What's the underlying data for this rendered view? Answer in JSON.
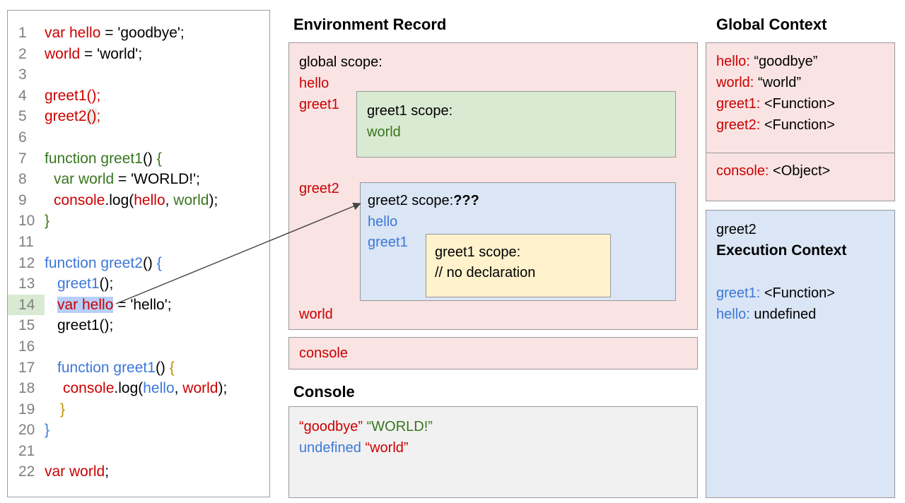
{
  "colors": {
    "red": "#cc0000",
    "green": "#38761d",
    "blue": "#3c78d8",
    "yellow": "#bf9000",
    "black": "#000000",
    "gray": "#808080",
    "pink_fill": "#f9e3e3",
    "green_fill": "#d9ead3",
    "blue_fill": "#dae5f5",
    "yellow_fill": "#fff2cc",
    "gray_fill": "#f1f1f1",
    "border": "#999999",
    "selection_blue": "#b7cff9",
    "line_number_highlight": "#d9ead3"
  },
  "code": {
    "lines": [
      {
        "num": "1",
        "indent": 0,
        "segments": [
          {
            "t": "var hello",
            "c": "red"
          },
          {
            "t": " = 'goodbye';",
            "c": "black"
          }
        ]
      },
      {
        "num": "2",
        "indent": 0,
        "segments": [
          {
            "t": "world",
            "c": "red"
          },
          {
            "t": " = 'world';",
            "c": "black"
          }
        ]
      },
      {
        "num": "3",
        "indent": 0,
        "segments": []
      },
      {
        "num": "4",
        "indent": 0,
        "segments": [
          {
            "t": "greet1();",
            "c": "red"
          }
        ]
      },
      {
        "num": "5",
        "indent": 0,
        "segments": [
          {
            "t": "greet2",
            "c": "red"
          },
          {
            "t": "()",
            "c": "red",
            "hl": "paren"
          },
          {
            "t": ";",
            "c": "red"
          }
        ]
      },
      {
        "num": "6",
        "indent": 0,
        "segments": []
      },
      {
        "num": "7",
        "indent": 0,
        "segments": [
          {
            "t": "function greet1",
            "c": "green"
          },
          {
            "t": "() ",
            "c": "black"
          },
          {
            "t": "{",
            "c": "green"
          }
        ]
      },
      {
        "num": "8",
        "indent": 13,
        "segments": [
          {
            "t": "var world",
            "c": "green"
          },
          {
            "t": " = 'WORLD!';",
            "c": "black"
          }
        ]
      },
      {
        "num": "9",
        "indent": 13,
        "segments": [
          {
            "t": "console",
            "c": "red"
          },
          {
            "t": ".log(",
            "c": "black"
          },
          {
            "t": "hello",
            "c": "red"
          },
          {
            "t": ", ",
            "c": "black"
          },
          {
            "t": "world",
            "c": "green"
          },
          {
            "t": ");",
            "c": "black"
          }
        ]
      },
      {
        "num": "10",
        "indent": 0,
        "segments": [
          {
            "t": "}",
            "c": "green"
          }
        ]
      },
      {
        "num": "11",
        "indent": 0,
        "segments": []
      },
      {
        "num": "12",
        "indent": 0,
        "segments": [
          {
            "t": "function greet2",
            "c": "blue"
          },
          {
            "t": "() ",
            "c": "black"
          },
          {
            "t": "{",
            "c": "blue"
          }
        ]
      },
      {
        "num": "13",
        "indent": 18,
        "segments": [
          {
            "t": "greet1",
            "c": "blue"
          },
          {
            "t": "();",
            "c": "black"
          }
        ]
      },
      {
        "num": "14",
        "indent": 18,
        "num_hl": true,
        "segments": [
          {
            "t": "var hello",
            "c": "red",
            "hl": "sel"
          },
          {
            "t": " = 'hello';",
            "c": "black"
          }
        ]
      },
      {
        "num": "15",
        "indent": 18,
        "segments": [
          {
            "t": "greet1();",
            "c": "black"
          }
        ]
      },
      {
        "num": "16",
        "indent": 0,
        "segments": []
      },
      {
        "num": "17",
        "indent": 18,
        "segments": [
          {
            "t": "function greet1",
            "c": "blue"
          },
          {
            "t": "() ",
            "c": "black"
          },
          {
            "t": "{",
            "c": "yellow"
          }
        ]
      },
      {
        "num": "18",
        "indent": 26,
        "segments": [
          {
            "t": "console",
            "c": "red"
          },
          {
            "t": ".log(",
            "c": "black"
          },
          {
            "t": "hello",
            "c": "blue"
          },
          {
            "t": ", ",
            "c": "black"
          },
          {
            "t": "world",
            "c": "red"
          },
          {
            "t": ");",
            "c": "black"
          }
        ]
      },
      {
        "num": "19",
        "indent": 22,
        "segments": [
          {
            "t": "}",
            "c": "yellow"
          }
        ]
      },
      {
        "num": "20",
        "indent": 0,
        "segments": [
          {
            "t": "}",
            "c": "blue"
          }
        ]
      },
      {
        "num": "21",
        "indent": 0,
        "segments": []
      },
      {
        "num": "22",
        "indent": 0,
        "segments": [
          {
            "t": "var world",
            "c": "red"
          },
          {
            "t": ";",
            "c": "black"
          }
        ]
      }
    ]
  },
  "environment_record": {
    "title": "Environment Record",
    "global_scope_label": "global scope:",
    "var_hello": "hello",
    "var_greet1": "greet1",
    "var_greet2": "greet2",
    "var_world": "world",
    "var_console": "console",
    "greet1_scope": {
      "title": "greet1 scope:",
      "var_world": "world"
    },
    "greet2_scope": {
      "title": "greet2 scope:",
      "unknown": "???",
      "var_hello": "hello",
      "var_greet1": "greet1",
      "inner_greet1_scope": {
        "title": "greet1 scope:",
        "comment": "// no declaration"
      }
    }
  },
  "console_panel": {
    "title": "Console",
    "lines": [
      {
        "segments": [
          {
            "t": "“goodbye”",
            "c": "red"
          },
          {
            "t": " ",
            "c": "black"
          },
          {
            "t": "“WORLD!”",
            "c": "green"
          }
        ]
      },
      {
        "segments": [
          {
            "t": "undefined",
            "c": "blue"
          },
          {
            "t": " ",
            "c": "black"
          },
          {
            "t": "“world”",
            "c": "red"
          }
        ]
      }
    ]
  },
  "global_context": {
    "title": "Global Context",
    "entries": [
      {
        "key": "hello:",
        "value": " “goodbye”"
      },
      {
        "key": "world:",
        "value": " “world”"
      },
      {
        "key": "greet1:",
        "value": " <Function>"
      },
      {
        "key": "greet2:",
        "value": " <Function>"
      }
    ],
    "console_entry": {
      "key": "console:",
      "value": " <Object>"
    }
  },
  "execution_context": {
    "function_name": "greet2",
    "title": "Execution Context",
    "entries": [
      {
        "key": "greet1:",
        "value": " <Function>"
      },
      {
        "key": "hello:",
        "value": " undefined"
      }
    ]
  }
}
